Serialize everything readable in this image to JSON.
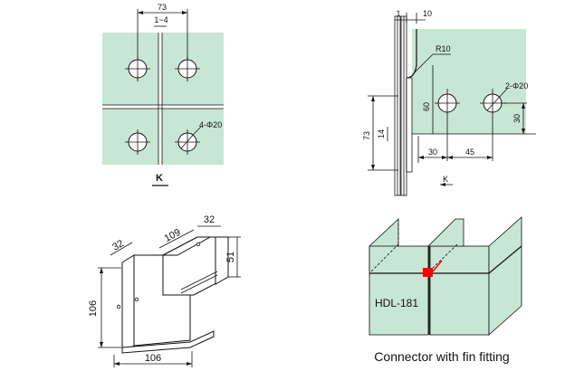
{
  "front_view": {
    "width_dim": "73",
    "gap_dim": "1~4",
    "hole_dim": "4-Φ20",
    "section_label": "K"
  },
  "side_view": {
    "dim_1": "1",
    "dim_10": "10",
    "radius": "R10",
    "dim_60": "60",
    "dim_73": "73",
    "dim_14": "14",
    "hole_dim": "2-Φ20",
    "dim_30_right": "30",
    "dim_30_bottom": "30",
    "dim_45": "45",
    "section_label": "K"
  },
  "iso_view": {
    "dim_32_top": "32",
    "dim_109": "109",
    "dim_32_left": "32",
    "dim_51": "51",
    "dim_106_vertical": "106",
    "dim_106_horizontal": "106"
  },
  "assembly_view": {
    "model_label": "HDL-181",
    "caption": "Connector with fin fitting",
    "accent_color": "#ff0000"
  }
}
